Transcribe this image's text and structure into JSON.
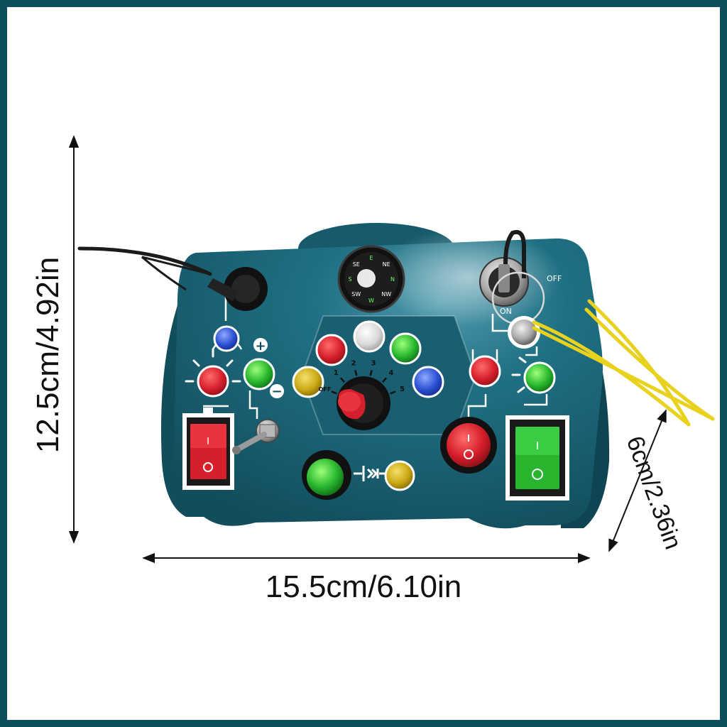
{
  "image": {
    "subject": "toy busy board",
    "colors": {
      "frame": "#0d4d5c",
      "board": "#1c6a7d",
      "board_dark": "#124d5c",
      "panel_line": "#ffffff",
      "red": "#d61f2c",
      "green": "#27b62e",
      "blue": "#2a4fd1",
      "yellow": "#c9a814",
      "white_led": "#d9d9d9",
      "cord": "#e8d21e"
    }
  },
  "dimensions": {
    "width_label": "15.5cm/6.10in",
    "height_label": "12.5cm/4.92in",
    "depth_label": "6cm/2.36in"
  },
  "board": {
    "compass_letters": [
      "NW",
      "W",
      "SW",
      "S",
      "SE",
      "E",
      "NE",
      "N"
    ],
    "dial_numbers": [
      "OFF",
      "1",
      "2",
      "3",
      "4",
      "5"
    ],
    "key_labels": {
      "off": "OFF",
      "on": "ON"
    },
    "plus_sign": "+",
    "minus_sign": "−",
    "switch_marks": {
      "on": "I",
      "off": "O"
    }
  }
}
